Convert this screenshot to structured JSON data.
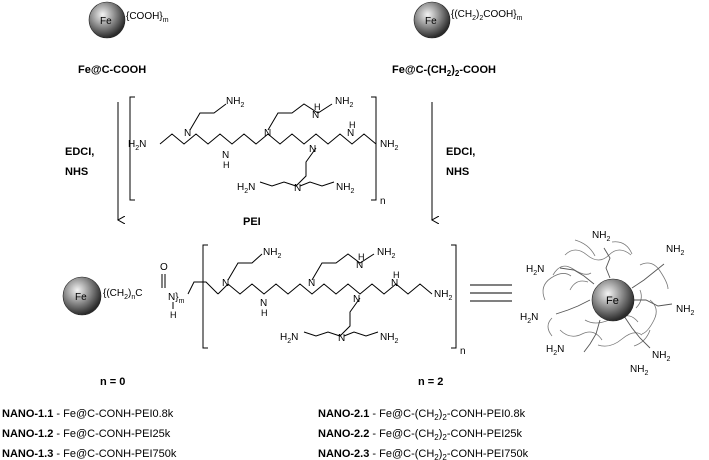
{
  "scheme": {
    "fe_label": "Fe",
    "reactant_left": {
      "name": "Fe@C-COOH",
      "substituent": "{COOH}m"
    },
    "reactant_right": {
      "name_html": "Fe@C-(CH2)2-COOH",
      "substituent": "{(CH2)2COOH}m"
    },
    "reagent_left": {
      "line1": "EDCI,",
      "line2": "NHS"
    },
    "reagent_right": {
      "line1": "EDCI,",
      "line2": "NHS"
    },
    "pei_label": "PEI",
    "repeat_n": "n",
    "amine_nh2": "NH2",
    "amine_h2n": "H2N",
    "amine_h": "H",
    "amine_n": "N",
    "product_linker": "{(CH2)nC(O)N}m",
    "n0_label": "n = 0",
    "n2_label": "n = 2",
    "nano_left": [
      {
        "code": "NANO-1.1",
        "desc": " - Fe@C-CONH-PEI0.8k"
      },
      {
        "code": "NANO-1.2",
        "desc": " - Fe@C-CONH-PEI25k"
      },
      {
        "code": "NANO-1.3",
        "desc": " - Fe@C-CONH-PEI750k"
      }
    ],
    "nano_right": [
      {
        "code": "NANO-2.1",
        "desc": " - Fe@C-(CH2)2-CONH-PEI0.8k"
      },
      {
        "code": "NANO-2.2",
        "desc": " - Fe@C-(CH2)2-CONH-PEI25k"
      },
      {
        "code": "NANO-2.3",
        "desc": " - Fe@C-(CH2)2-CONH-PEI750k"
      }
    ]
  }
}
